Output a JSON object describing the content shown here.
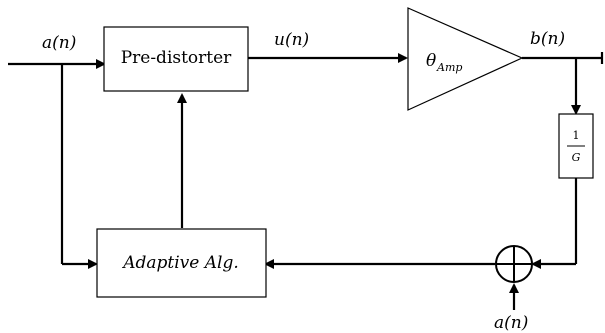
{
  "blocks": {
    "predistorter": "Pre-distorter",
    "adaptive": "Adaptive Alg.",
    "amplifier_symbol": "θ",
    "amplifier_subscript": "Amp",
    "gain_numerator": "1",
    "gain_denominator": "G"
  },
  "signals": {
    "input": "a(n)",
    "predistorted": "u(n)",
    "output": "b(n)",
    "reference": "a(n)"
  }
}
